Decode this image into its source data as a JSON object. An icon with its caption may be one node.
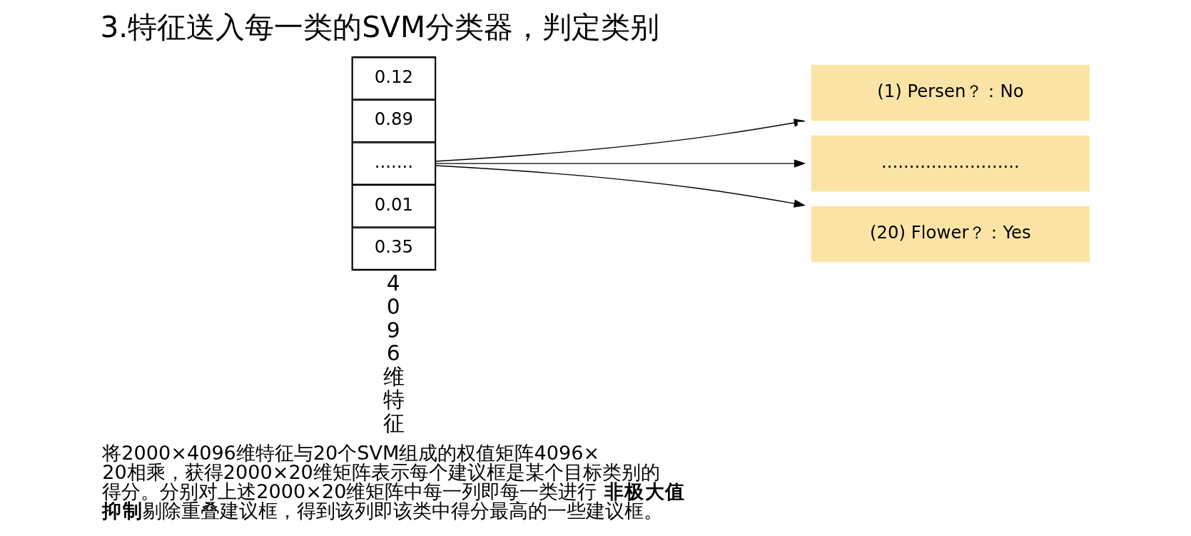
{
  "diagram": {
    "title": "3.特征送入每一类的SVM分类器，判定类别",
    "nodes": [
      {
        "text": [],
        "shape": "box"
      },
      {
        "text": [
          "0.12"
        ],
        "in": 0
      },
      {
        "text": [
          "0.89"
        ],
        "in": 0
      },
      {
        "text": [
          "......."
        ],
        "in": 0
      },
      {
        "text": [
          "0.01"
        ],
        "in": 0
      },
      {
        "text": [
          "0.35"
        ],
        "in": 0
      },
      {
        "text": [
          "(1) Persen？：No"
        ]
      },
      {
        "text": [
          "........................."
        ]
      },
      {
        "text": [
          "(20) Flower？：Yes"
        ]
      }
    ],
    "edges": [
      {
        "from": 0,
        "to": 6,
        "arrow": "to"
      },
      {
        "from": 0,
        "to": 7,
        "arrow": "to"
      },
      {
        "from": 0,
        "to": 8,
        "arrow": "to"
      }
    ],
    "labels": [
      "将2000×4096维特征与20个SVM组成的权值矩阵4096×20相乘，获得2000×20维矩阵表示每个建议框是某个目标类别的得分。分别对上述2000×20维矩阵中每一列即每一类进行**非极大值抑制**剔除重叠建议框，得到该列即该类中得分最高的一些建议框。",
      "4096维特征"
    ]
  }
}
